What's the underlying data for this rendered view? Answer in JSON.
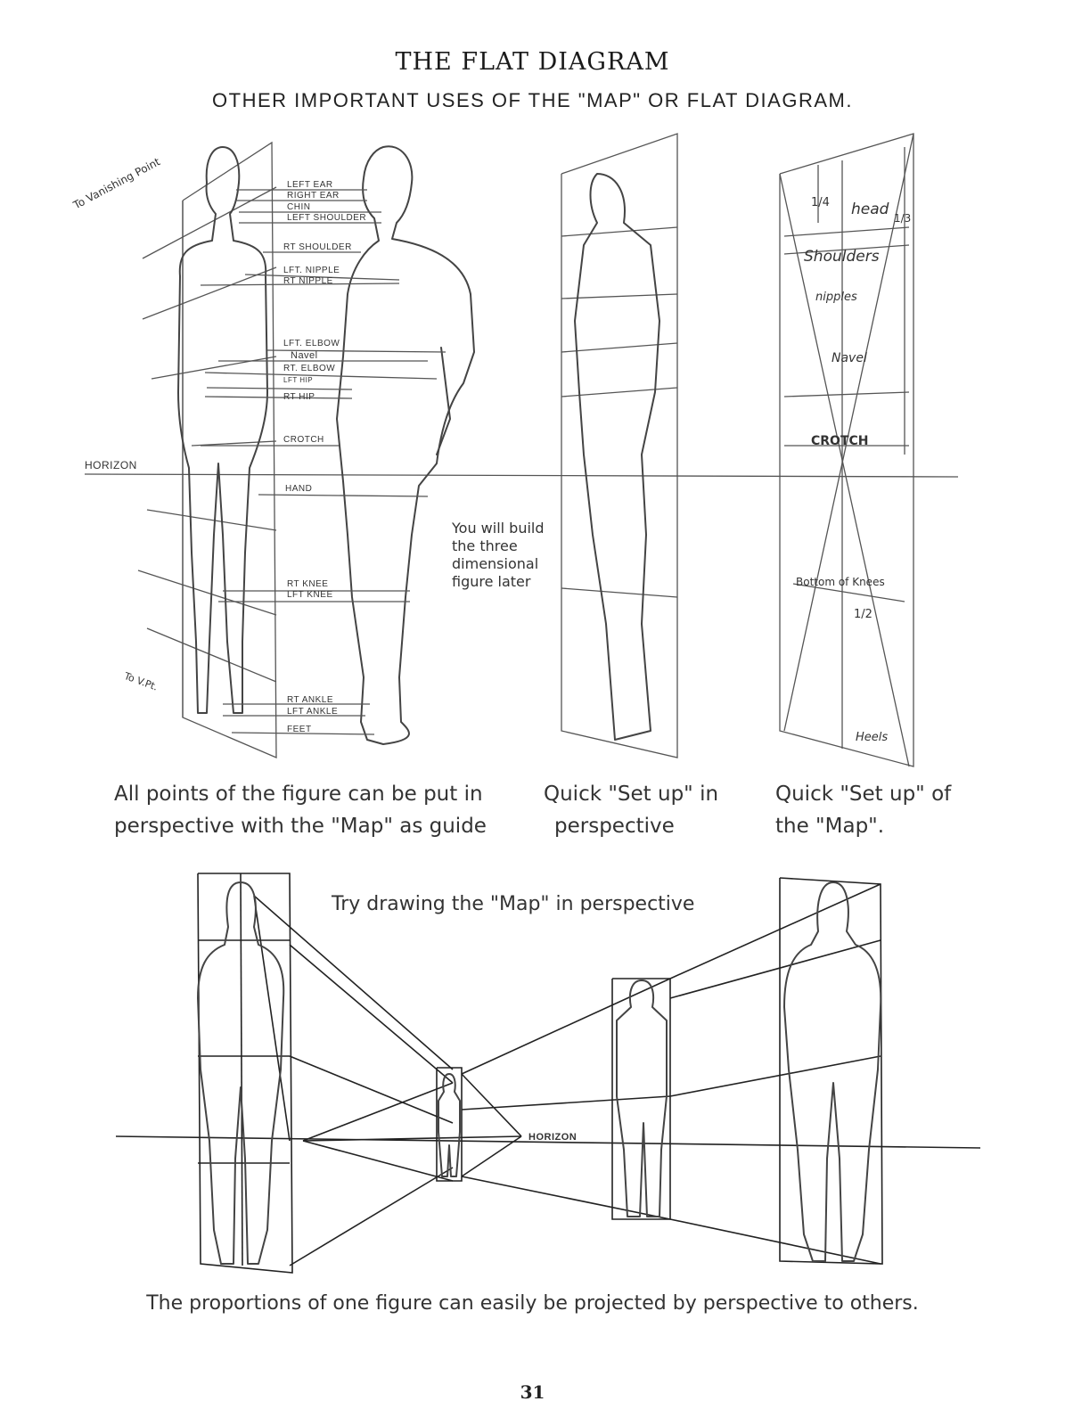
{
  "page": {
    "title": "THE FLAT DIAGRAM",
    "subtitle": "OTHER IMPORTANT USES OF THE \"MAP\" OR FLAT DIAGRAM.",
    "page_number": "31"
  },
  "top_panel": {
    "vanishing_point_label": "To Vanishing Point",
    "vp_label_bottom": "To V.Pt.",
    "horizon_label": "HORIZON",
    "landmarks": [
      "LEFT EAR",
      "RIGHT EAR",
      "CHIN",
      "LEFT SHOULDER",
      "RT SHOULDER",
      "LFT. NIPPLE",
      "RT NIPPLE",
      "LFT. ELBOW",
      "Navel",
      "RT. ELBOW",
      "LFT HIP",
      "RT HIP",
      "CROTCH",
      "HAND",
      "RT KNEE",
      "LFT KNEE",
      "RT ANKLE",
      "LFT ANKLE",
      "FEET"
    ],
    "note": [
      "You will build",
      "the three",
      "dimensional",
      "figure later"
    ],
    "map_labels": {
      "quarter": "1/4",
      "head": "head",
      "third": "1/3",
      "shoulders": "Shoulders",
      "nipples": "nipples",
      "navel": "Navel",
      "crotch": "CROTCH",
      "bottom_of_knees": "Bottom of Knees",
      "half": "1/2",
      "heels": "Heels"
    },
    "captions": {
      "left": [
        "All points of the figure can be put in",
        "perspective with the \"Map\" as guide"
      ],
      "middle": [
        "Quick \"Set up\" in",
        "perspective"
      ],
      "right": [
        "Quick \"Set up\" of",
        "the \"Map\"."
      ]
    }
  },
  "bottom_panel": {
    "heading": "Try drawing the \"Map\" in perspective",
    "horizon_label": "HORIZON",
    "caption": "The proportions of one figure can easily be projected by perspective to others."
  }
}
